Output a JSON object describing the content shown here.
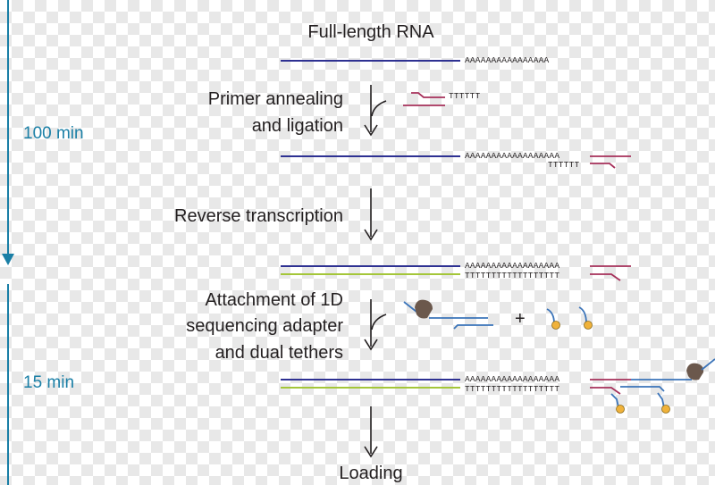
{
  "colors": {
    "rna": "#2e3192",
    "primer": "#a6305a",
    "cdna": "#a4c639",
    "adapter": "#3b74b9",
    "tether": "#f0b23a",
    "motor": "#6b584c",
    "timeline": "#1a7fa6",
    "arrow": "#231f20"
  },
  "timeline": {
    "first_label": "100 min",
    "second_label": "15 min"
  },
  "steps": {
    "title": "Full-length RNA",
    "step1_line1": "Primer annealing",
    "step1_line2": "and ligation",
    "step2": "Reverse transcription",
    "step3_line1": "Attachment of 1D",
    "step3_line2": "sequencing adapter",
    "step3_line3": "and dual tethers",
    "step4": "Loading"
  },
  "sequences": {
    "polyA_short": "AAAAAAAAAAAAAAAA",
    "polyA_long": "AAAAAAAAAAAAAAAAAA",
    "polyT_short": "TTTTTT",
    "polyT_long": "TTTTTTTTTTTTTTTTTT"
  },
  "plus_sign": "+"
}
